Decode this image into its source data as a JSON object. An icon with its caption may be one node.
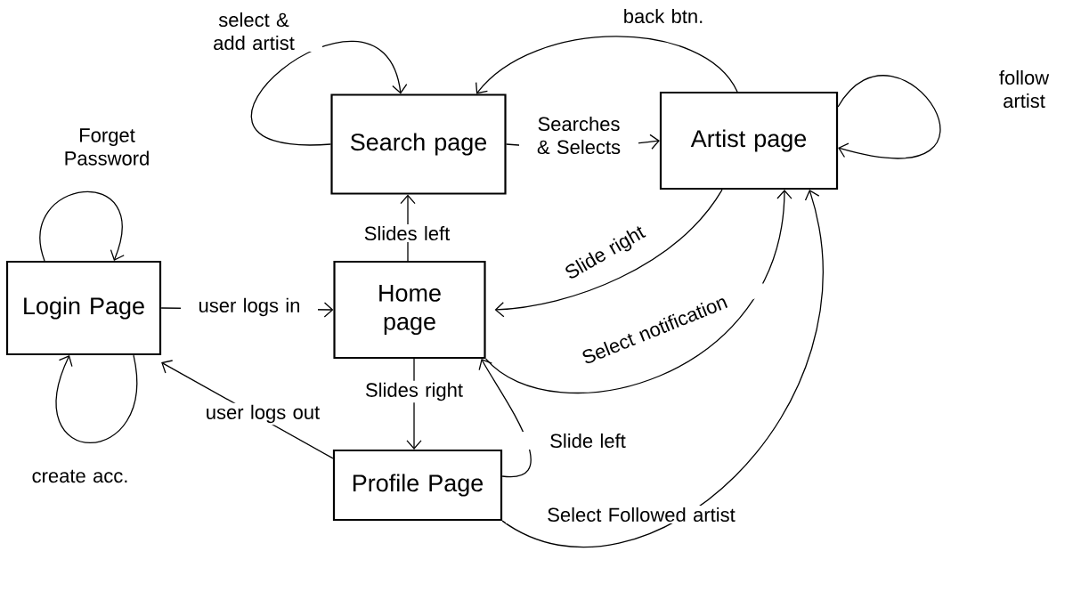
{
  "diagram": {
    "nodes": [
      {
        "text": [
          "Search page"
        ]
      },
      {
        "text": [
          "Artist page"
        ]
      },
      {
        "text": [
          "Login Page"
        ]
      },
      {
        "text": [
          "Home page"
        ]
      },
      {
        "text": [
          "Profile Page"
        ]
      }
    ],
    "edges": [
      {
        "from": 0,
        "to": 0,
        "arrow": "to",
        "label": "select & add artist"
      },
      {
        "from": 0,
        "to": 1,
        "arrow": "to",
        "label": "Searches & Selects"
      },
      {
        "from": 1,
        "to": 0,
        "arrow": "to",
        "label": "back btn."
      },
      {
        "from": 1,
        "to": 1,
        "arrow": "to",
        "label": "follow artist"
      },
      {
        "from": 2,
        "to": 2,
        "arrow": "to",
        "label": "Forget Password"
      },
      {
        "from": 2,
        "to": 2,
        "arrow": "to",
        "label": "create acc."
      },
      {
        "from": 2,
        "to": 3,
        "arrow": "to",
        "label": "user logs in"
      },
      {
        "from": 3,
        "to": 0,
        "arrow": "to",
        "label": "Slides left"
      },
      {
        "from": 1,
        "to": 3,
        "arrow": "to",
        "label": "Slide right"
      },
      {
        "from": 3,
        "to": 1,
        "arrow": "to",
        "label": "Select notification"
      },
      {
        "from": 3,
        "to": 4,
        "arrow": "to",
        "label": "Slides right"
      },
      {
        "from": 4,
        "to": 3,
        "arrow": "to",
        "label": "Slide left"
      },
      {
        "from": 4,
        "to": 2,
        "arrow": "to",
        "label": "user logs out"
      },
      {
        "from": 4,
        "to": 1,
        "arrow": "to",
        "label": "Select Followed artist"
      }
    ]
  }
}
